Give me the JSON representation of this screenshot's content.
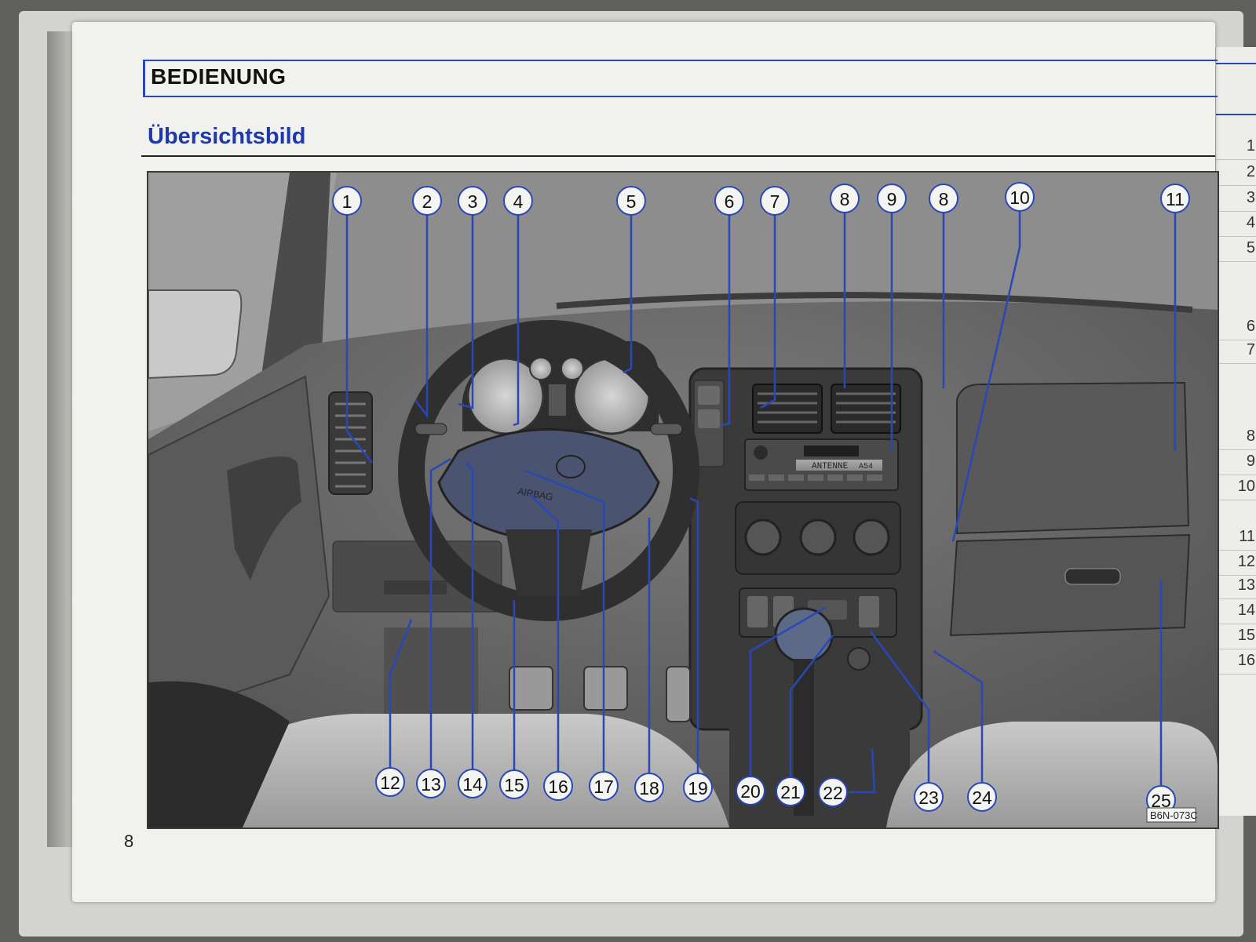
{
  "section": {
    "title": "BEDIENUNG"
  },
  "page": {
    "subtitle": "Übersichtsbild",
    "page_number": "8"
  },
  "figure": {
    "code": "B6N-073C",
    "airbag_label": "AIRBAG",
    "radio_display": "ANTENNE",
    "radio_freq": "A54",
    "callouts": [
      "1",
      "2",
      "3",
      "4",
      "5",
      "6",
      "7",
      "8",
      "9",
      "8",
      "10",
      "11",
      "12",
      "13",
      "14",
      "15",
      "16",
      "17",
      "18",
      "19",
      "20",
      "21",
      "22",
      "23",
      "24",
      "25"
    ]
  },
  "adjacent_page": {
    "row_numbers": [
      "1",
      "2",
      "3",
      "4",
      "5",
      "6",
      "7",
      "8",
      "9",
      "10",
      "11",
      "12",
      "13",
      "14",
      "15",
      "16"
    ]
  },
  "colors": {
    "accent": "#2a47b8",
    "paper": "#f1f1ee"
  }
}
